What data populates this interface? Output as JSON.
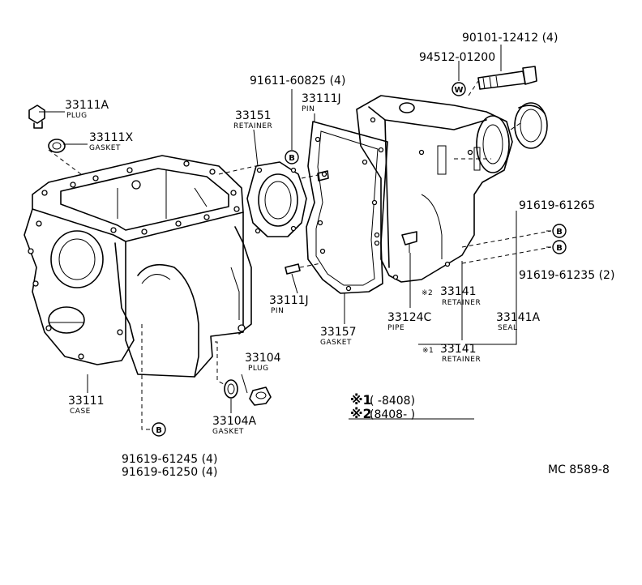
{
  "labels": {
    "case_pn": "33111",
    "case_name": "CASE",
    "plug_a_pn": "33111A",
    "plug_a_name": "PLUG",
    "gasket_x_pn": "33111X",
    "gasket_x_name": "GASKET",
    "ret_bolt_pn": "91611-60825 (4)",
    "retainer_pn": "33151",
    "retainer_name": "RETAINER",
    "pin_top_pn": "33111J",
    "pin_top_name": "PIN",
    "washer_pn": "94512-01200",
    "bolt_top_pn": "90101-12412 (4)",
    "bolt_r1_pn": "91619-61265",
    "bolt_r2_pn": "91619-61235 (2)",
    "pin_bot_pn": "33111J",
    "pin_bot_name": "PIN",
    "gasket_pn": "33157",
    "gasket_name": "GASKET",
    "pipe_pn": "33124C",
    "pipe_name": "PIPE",
    "ret2_mark": "※2",
    "ret2_pn": "33141",
    "ret2_name": "RETAINER",
    "seal_pn": "33141A",
    "seal_name": "SEAL",
    "ret1_mark": "※1",
    "ret1_pn": "33141",
    "ret1_name": "RETAINER",
    "plug_pn": "33104",
    "plug_name": "PLUG",
    "gasket_a_pn": "33104A",
    "gasket_a_name": "GASKET",
    "bolt_b1_pn": "91619-61245 (4)",
    "bolt_b2_pn": "91619-61250 (4)",
    "note1_mark": "※1",
    "note1_text": "(     -8408)",
    "note2_mark": "※2",
    "note2_text": "(8408-       )",
    "code": "MC 8589-8",
    "b_mark": "B",
    "w_mark": "W"
  }
}
